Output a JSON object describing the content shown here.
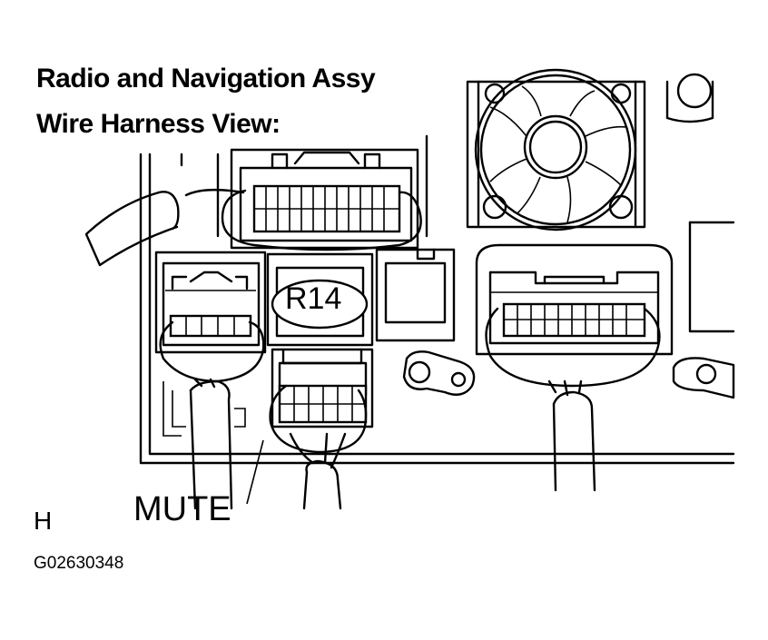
{
  "header": {
    "title_line1": "Radio and Navigation Assy",
    "title_line2": "Wire Harness View:"
  },
  "labels": {
    "connector": "R14",
    "terminal": "MUTE",
    "view_side": "H",
    "figure_id": "G02630348"
  },
  "colors": {
    "ink": "#000000",
    "paper": "#ffffff"
  }
}
